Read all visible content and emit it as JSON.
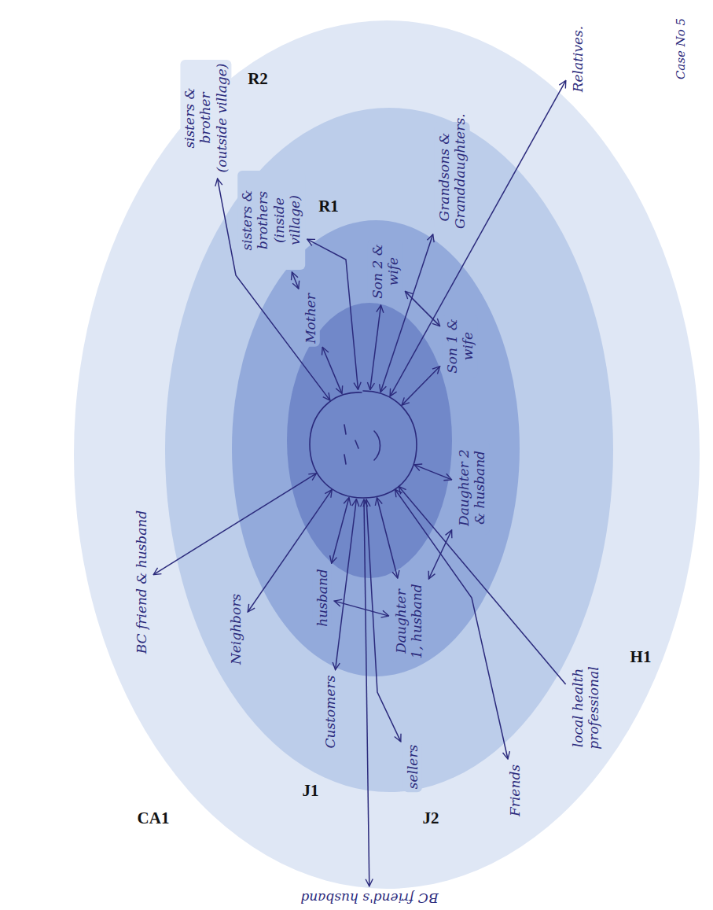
{
  "diagram": {
    "nodes": [
      {
        "text": [
          "Relatives."
        ]
      },
      {
        "text": [
          "sisters & brother (outside village)"
        ]
      },
      {
        "text": [
          "sisters & brothers (inside village)"
        ]
      },
      {
        "text": [
          "Mother"
        ]
      },
      {
        "text": [
          "Grandsons & Granddaughters."
        ]
      },
      {
        "text": [
          "Son 2 & wife"
        ]
      },
      {
        "text": [
          "Son 1 & wife"
        ]
      },
      {
        "text": [
          "Daughter 2 & husband"
        ]
      },
      {
        "text": [
          "husband"
        ]
      },
      {
        "text": [
          "Daughter 1, husband"
        ]
      },
      {
        "text": [
          "local health professional"
        ]
      },
      {
        "text": [
          "Neighbors"
        ]
      },
      {
        "text": [
          "BC friend & husband"
        ]
      },
      {
        "text": [
          "Customers"
        ]
      },
      {
        "text": [
          "sellers"
        ]
      },
      {
        "text": [
          "Friends"
        ]
      },
      {
        "text": [
          "BC friend's husband"
        ]
      }
    ],
    "edges": [
      {
        "from": 5,
        "to": 6,
        "arrow": "both"
      },
      {
        "from": 7,
        "to": 9,
        "arrow": "both"
      },
      {
        "from": 8,
        "to": 9,
        "arrow": "both"
      },
      {
        "from": 3,
        "to": 2,
        "arrow": "both"
      }
    ],
    "labels": [
      "Case No 5",
      "R2",
      "R1",
      "H1",
      "J1",
      "J2",
      "CA1"
    ]
  }
}
